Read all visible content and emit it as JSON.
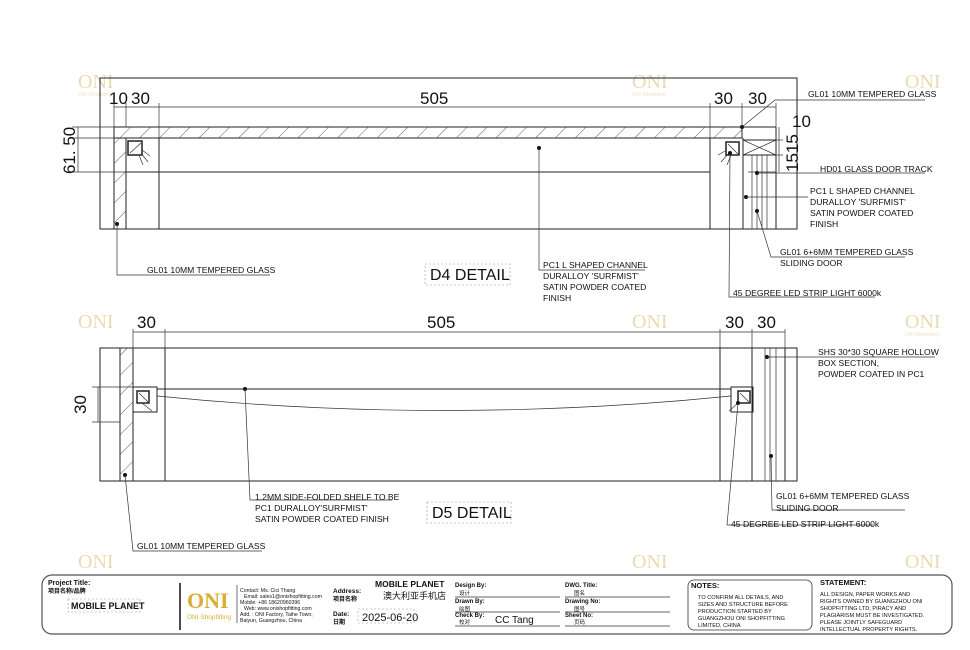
{
  "watermark": {
    "logo": "ONI",
    "sub": "ONI Shopfitting"
  },
  "d4": {
    "title": "D4 DETAIL",
    "dims": {
      "d10": "10",
      "d30a": "30",
      "d505": "505",
      "d30b": "30",
      "d30c": "30",
      "vleft": "61. 50",
      "vright10": "10",
      "vright1515": "1515"
    },
    "notes": {
      "gl01_top": "GL01 10MM TEMPERED GLASS",
      "hd01": "HD01 GLASS DOOR TRACK",
      "pc1_right": [
        "PC1 L SHAPED CHANNEL",
        "DURALLOY 'SURFMIST'",
        "SATIN POWDER COATED",
        "FINISH"
      ],
      "gl01_sliding": [
        "GL01 6+6MM TEMPERED GLASS",
        "SLIDING DOOR"
      ],
      "led": "45 DEGREE LED STRIP LIGHT 6000k",
      "pc1_center": [
        "PC1 L SHAPED CHANNEL",
        "DURALLOY 'SURFMIST'",
        "SATIN POWDER COATED",
        "FINISH"
      ],
      "gl01_left": "GL01 10MM TEMPERED GLASS"
    }
  },
  "d5": {
    "title": "D5 DETAIL",
    "dims": {
      "d30a": "30",
      "d505": "505",
      "d30b": "30",
      "d30c": "30",
      "vleft": "30"
    },
    "notes": {
      "shs": [
        "SHS 30*30 SQUARE HOLLOW",
        "BOX SECTION,",
        "POWDER COATED IN PC1"
      ],
      "gl01_sliding": [
        "GL01 6+6MM TEMPERED GLASS",
        "SLIDING DOOR"
      ],
      "led": "45 DEGREE LED STRIP LIGHT 6000k",
      "shelf": [
        "1.2MM SIDE-FOLDED SHELF TO BE",
        "PC1 DURALLOY'SURFMIST'",
        "SATIN POWDER COATED FINISH"
      ],
      "gl01_left": "GL01 10MM TEMPERED GLASS"
    }
  },
  "title_block": {
    "project_title_label": "Project Title:",
    "project_title_cn": "项目名称/品牌",
    "project_title": "MOBILE PLANET",
    "logo": "ONI",
    "logo_sub": "ONI Shopfitting",
    "contact": [
      "Contact:  Ms. Cici Thang",
      "Email: sales1@onishopfitting.com",
      "Mobile:  +86 18620960396",
      "Web: www.onishopfitting.com",
      "Add. :  ONI Factory, Taihe Town,",
      "Baiyun, Guangzhou, China"
    ],
    "address_label": "Address:",
    "address_cn_label": "项目名称",
    "address_value": "MOBILE PLANET",
    "address_value_cn": "澳大利亚手机店",
    "date_label": "Date:",
    "date_cn_label": "日期",
    "date": "2025-06-20",
    "design_by_label": "Design By:",
    "design_by_cn": "设计",
    "drawn_by_label": "Drawn By:",
    "drawn_by_cn": "绘图",
    "check_by_label": "Check By:",
    "check_by_cn": "校对",
    "check_by": "CC Tang",
    "dwg_title_label": "DWG. Title:",
    "dwg_title_cn": "图名",
    "drawing_no_label": "Drawing No:",
    "drawing_no_cn": "图号",
    "sheet_no_label": "Sheet No:",
    "sheet_no_cn": "页码",
    "notes_label": "NOTES:",
    "notes": [
      "TO CONFIRM ALL DETAILS, AND",
      "SIZES AND STRUCTURE BEFORE",
      "PRODUCTION STARTED BY",
      "GUANGZHOU ONI SHOPFITTING",
      "LIMITED, CHINA"
    ],
    "statement_label": "STATEMENT:",
    "statement": [
      "ALL DESIGN, PAPER WORKS AND",
      "RIGHTS OWNED BY GUANGZHOU ONI",
      "SHOPFITTING LTD, PIRACY AND",
      "PLAGIARISM MUST BE INVESTIGATED.",
      "PLEASE JOINTLY SAFEGUARD",
      "INTELLECTUAL PROPERTY RIGHTS."
    ]
  }
}
